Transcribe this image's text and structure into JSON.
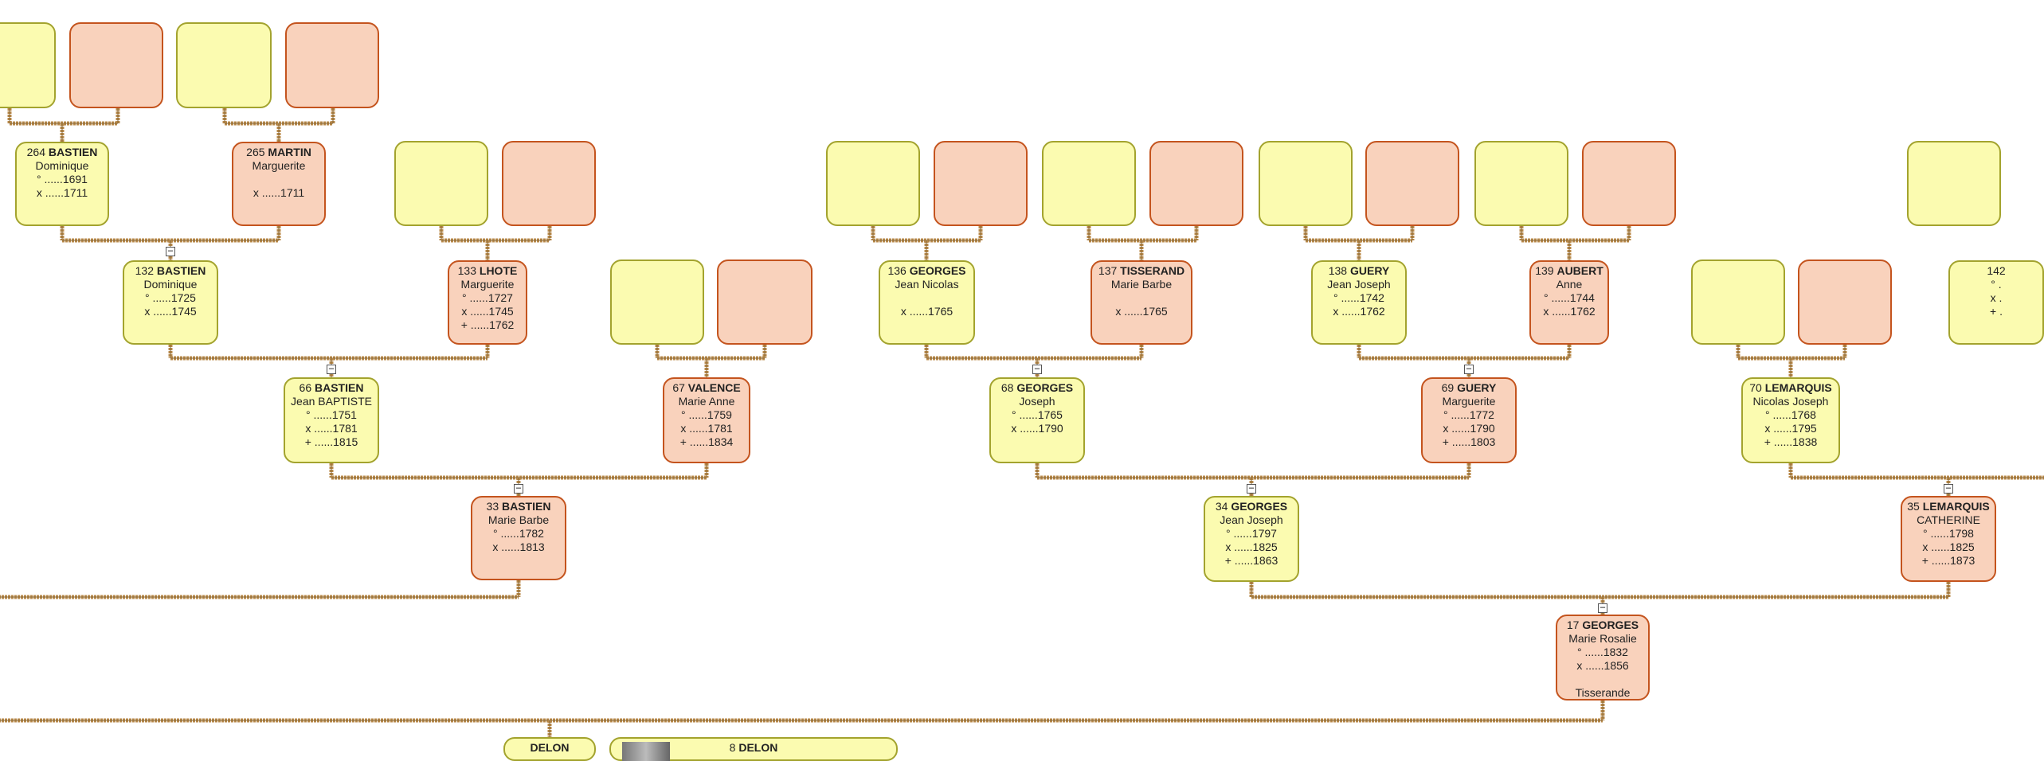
{
  "persons": [
    {
      "id": "p264",
      "num": "264",
      "surname": "BASTIEN",
      "given": "Dominique",
      "lines": [
        "° ......1691",
        "x ......1711"
      ],
      "sex": "m"
    },
    {
      "id": "p265",
      "num": "265",
      "surname": "MARTIN",
      "given": "Marguerite",
      "lines": [
        "",
        "x ......1711"
      ],
      "sex": "f"
    },
    {
      "id": "p132",
      "num": "132",
      "surname": "BASTIEN",
      "given": "Dominique",
      "lines": [
        "° ......1725",
        "x ......1745"
      ],
      "sex": "m"
    },
    {
      "id": "p133",
      "num": "133",
      "surname": "LHOTE",
      "given": "Marguerite",
      "lines": [
        "° ......1727",
        "x ......1745",
        "+ ......1762"
      ],
      "sex": "f"
    },
    {
      "id": "p136",
      "num": "136",
      "surname": "GEORGES",
      "given": "Jean Nicolas",
      "lines": [
        "",
        "x ......1765"
      ],
      "sex": "m"
    },
    {
      "id": "p137",
      "num": "137",
      "surname": "TISSERAND",
      "given": "Marie Barbe",
      "lines": [
        "",
        "x ......1765"
      ],
      "sex": "f"
    },
    {
      "id": "p138",
      "num": "138",
      "surname": "GUERY",
      "given": "Jean Joseph",
      "lines": [
        "° ......1742",
        "x ......1762"
      ],
      "sex": "m"
    },
    {
      "id": "p139",
      "num": "139",
      "surname": "AUBERT",
      "given": "Anne",
      "lines": [
        "° ......1744",
        "x ......1762"
      ],
      "sex": "f"
    },
    {
      "id": "p142",
      "num": "142",
      "surname": "",
      "given": "",
      "lines": [
        "° .",
        "x .",
        "+ ."
      ],
      "sex": "m"
    },
    {
      "id": "p66",
      "num": "66",
      "surname": "BASTIEN",
      "given": "Jean BAPTISTE",
      "lines": [
        "° ......1751",
        "x ......1781",
        "+ ......1815"
      ],
      "sex": "m"
    },
    {
      "id": "p67",
      "num": "67",
      "surname": "VALENCE",
      "given": "Marie Anne",
      "lines": [
        "° ......1759",
        "x ......1781",
        "+ ......1834"
      ],
      "sex": "f"
    },
    {
      "id": "p68",
      "num": "68",
      "surname": "GEORGES",
      "given": "Joseph",
      "lines": [
        "° ......1765",
        "x ......1790"
      ],
      "sex": "m"
    },
    {
      "id": "p69",
      "num": "69",
      "surname": "GUERY",
      "given": "Marguerite",
      "lines": [
        "° ......1772",
        "x ......1790",
        "+ ......1803"
      ],
      "sex": "f"
    },
    {
      "id": "p70",
      "num": "70",
      "surname": "LEMARQUIS",
      "given": "Nicolas Joseph",
      "lines": [
        "° ......1768",
        "x ......1795",
        "+ ......1838"
      ],
      "sex": "m"
    },
    {
      "id": "p33",
      "num": "33",
      "surname": "BASTIEN",
      "given": "Marie Barbe",
      "lines": [
        "° ......1782",
        "x ......1813"
      ],
      "sex": "f"
    },
    {
      "id": "p34",
      "num": "34",
      "surname": "GEORGES",
      "given": "Jean Joseph",
      "lines": [
        "° ......1797",
        "x ......1825",
        "+ ......1863"
      ],
      "sex": "m"
    },
    {
      "id": "p35",
      "num": "35",
      "surname": "LEMARQUIS",
      "given": "CATHERINE",
      "lines": [
        "° ......1798",
        "x ......1825",
        "+ ......1873"
      ],
      "sex": "f"
    },
    {
      "id": "p17",
      "num": "17",
      "surname": "GEORGES",
      "given": "Marie Rosalie",
      "lines": [
        "° ......1832",
        "x ......1856",
        "",
        "Tisserande"
      ],
      "sex": "f"
    },
    {
      "id": "pDelon1",
      "num": "",
      "surname": "DELON",
      "given": "",
      "lines": [],
      "sex": "m"
    },
    {
      "id": "p8",
      "num": "8",
      "surname": "DELON",
      "given": "",
      "lines": [],
      "sex": "m"
    }
  ],
  "collapse_glyph": "−",
  "colors": {
    "male_fill": "#fbfbb0",
    "male_border": "#a3a32e",
    "female_fill": "#f9d2bc",
    "female_border": "#c4541e",
    "connector": "#b8894a"
  }
}
